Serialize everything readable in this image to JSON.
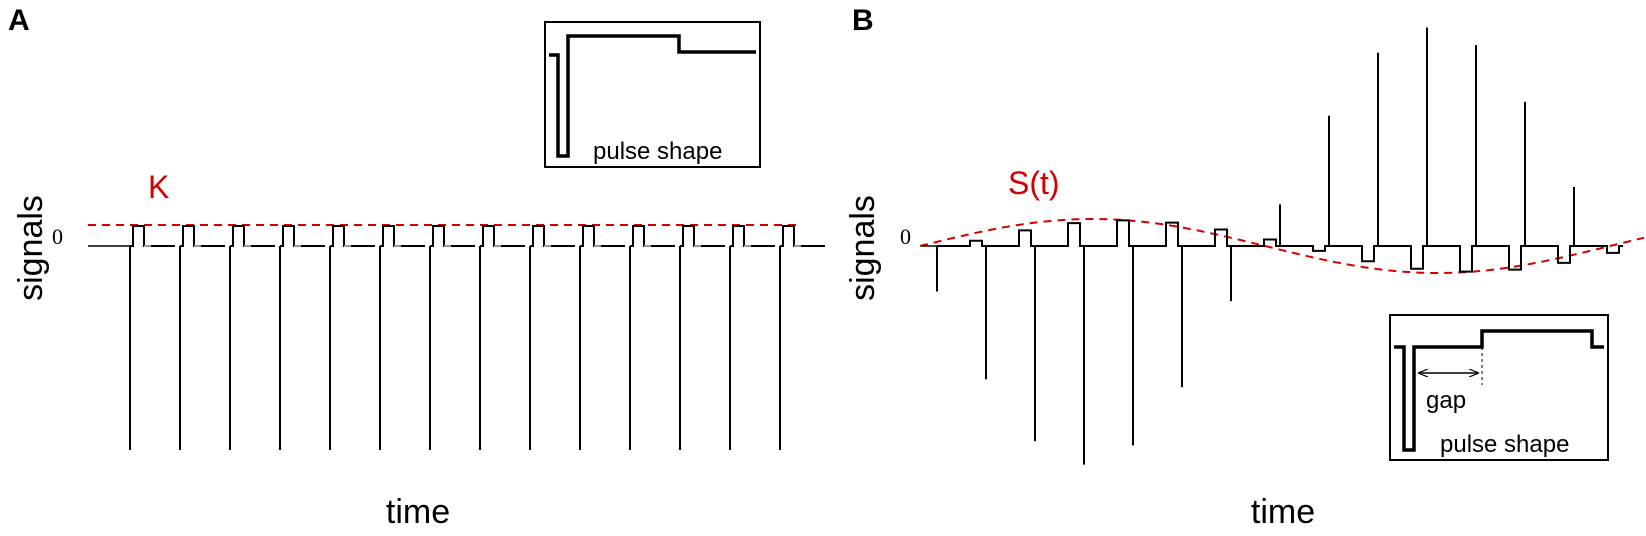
{
  "panel_a": {
    "letter": "A",
    "ylabel": "signals",
    "xlabel": "time",
    "zero_tick": "0",
    "threshold_label": "K",
    "inset_label": "pulse shape",
    "pulse_count": 14
  },
  "panel_b": {
    "letter": "B",
    "ylabel": "signals",
    "xlabel": "time",
    "zero_tick": "0",
    "envelope_label": "S(t)",
    "inset_label": "pulse shape",
    "gap_label": "gap",
    "pulse_count": 14
  },
  "colors": {
    "signal": "#000000",
    "reference": "#d40000",
    "baseline_gap": "#9a9a9a"
  }
}
